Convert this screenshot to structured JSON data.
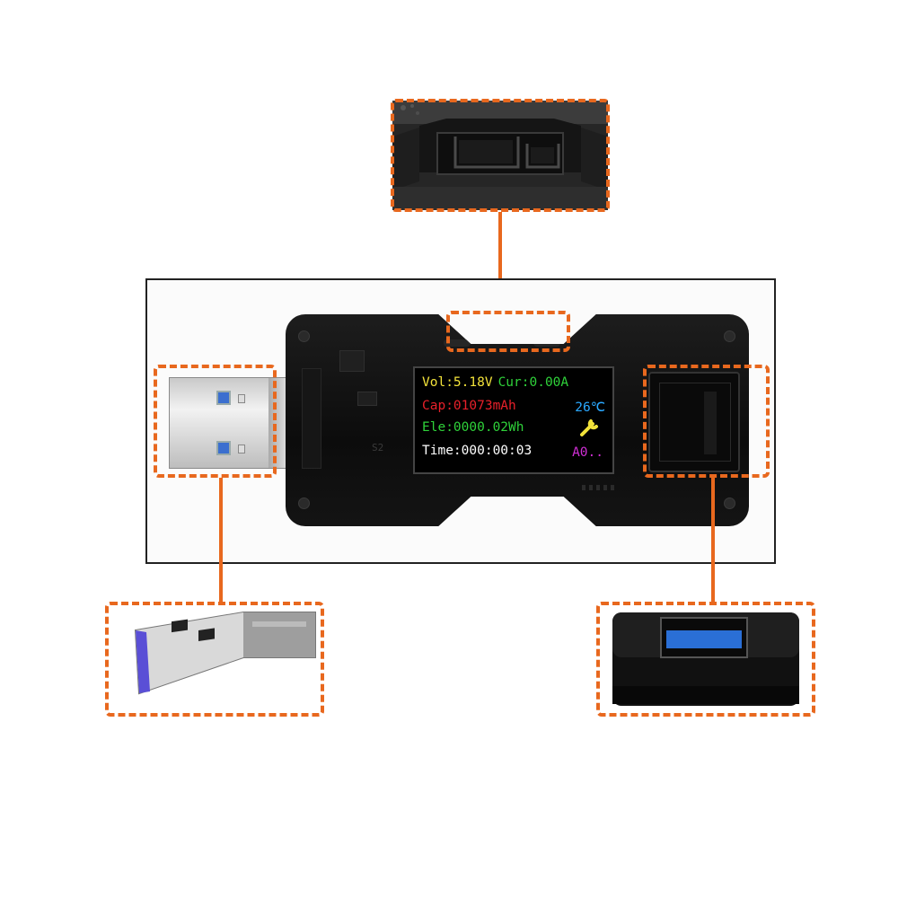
{
  "lcd": {
    "voltage": "Vol:5.18V",
    "current": "Cur:0.00A",
    "capacity": "Cap:01073mAh",
    "temperature": "26℃",
    "energy": "Ele:0000.02Wh",
    "time": "Time:000:00:03",
    "mode": "A0..",
    "colors": {
      "voltage": "#f2e23a",
      "current": "#2fd23a",
      "capacity": "#e8202a",
      "temperature": "#2aa8ff",
      "energy": "#2fd23a",
      "time": "#ffffff",
      "mode": "#d12fd6"
    }
  },
  "pcb_marking": "S2",
  "accent_color": "#e8681e"
}
